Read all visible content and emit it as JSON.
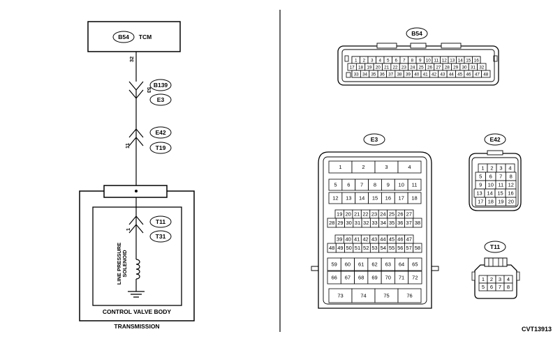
{
  "diagram_id": "CVT13913",
  "tcm": {
    "connector": "B54",
    "label": "TCM",
    "pin": "32"
  },
  "wire_connectors": [
    {
      "top": "B139",
      "bottom": "E3",
      "pin": "53",
      "dir": "down"
    },
    {
      "top": "E42",
      "bottom": "T19",
      "pin": "11",
      "dir": "up"
    },
    {
      "top": "T11",
      "bottom": "T31",
      "pin": "1",
      "dir": "up"
    }
  ],
  "solenoid": {
    "line1": "LINE PRESSURE",
    "line2": "SOLENOID"
  },
  "control_valve_body": "CONTROL VALVE BODY",
  "transmission": "TRANSMISSION",
  "b54": {
    "label": "B54",
    "rows": [
      [
        "1",
        "2",
        "3",
        "4",
        "5",
        "6",
        "7",
        "8",
        "9",
        "10",
        "11",
        "12",
        "13",
        "14",
        "15",
        "16"
      ],
      [
        "17",
        "18",
        "19",
        "20",
        "21",
        "22",
        "23",
        "24",
        "25",
        "26",
        "27",
        "28",
        "29",
        "30",
        "31",
        "32"
      ],
      [
        "33",
        "34",
        "35",
        "36",
        "37",
        "38",
        "39",
        "40",
        "41",
        "42",
        "43",
        "44",
        "45",
        "46",
        "47",
        "48"
      ]
    ]
  },
  "e3": {
    "label": "E3",
    "rows": [
      [
        "1",
        "2",
        "3",
        "4"
      ],
      [
        "5",
        "6",
        "7",
        "8",
        "9",
        "10",
        "11"
      ],
      [
        "12",
        "13",
        "14",
        "15",
        "16",
        "17",
        "18"
      ],
      [
        "19",
        "20",
        "21",
        "22",
        "23",
        "24",
        "25",
        "26",
        "27"
      ],
      [
        "28",
        "29",
        "30",
        "31",
        "32",
        "33",
        "34",
        "35",
        "36",
        "37",
        "38"
      ],
      [
        "39",
        "40",
        "41",
        "42",
        "43",
        "44",
        "45",
        "46",
        "47"
      ],
      [
        "48",
        "49",
        "50",
        "51",
        "52",
        "53",
        "54",
        "55",
        "56",
        "57",
        "58"
      ],
      [
        "59",
        "60",
        "61",
        "62",
        "63",
        "64",
        "65"
      ],
      [
        "66",
        "67",
        "68",
        "69",
        "70",
        "71",
        "72"
      ],
      [
        "73",
        "74",
        "75",
        "76"
      ]
    ]
  },
  "e42": {
    "label": "E42",
    "rows": [
      [
        "1",
        "2",
        "3",
        "4"
      ],
      [
        "5",
        "6",
        "7",
        "8"
      ],
      [
        "9",
        "10",
        "11",
        "12"
      ],
      [
        "13",
        "14",
        "15",
        "16"
      ],
      [
        "17",
        "18",
        "19",
        "20"
      ]
    ]
  },
  "t11": {
    "label": "T11",
    "rows": [
      [
        "1",
        "2",
        "3",
        "4"
      ],
      [
        "5",
        "6",
        "7",
        "8"
      ]
    ]
  }
}
